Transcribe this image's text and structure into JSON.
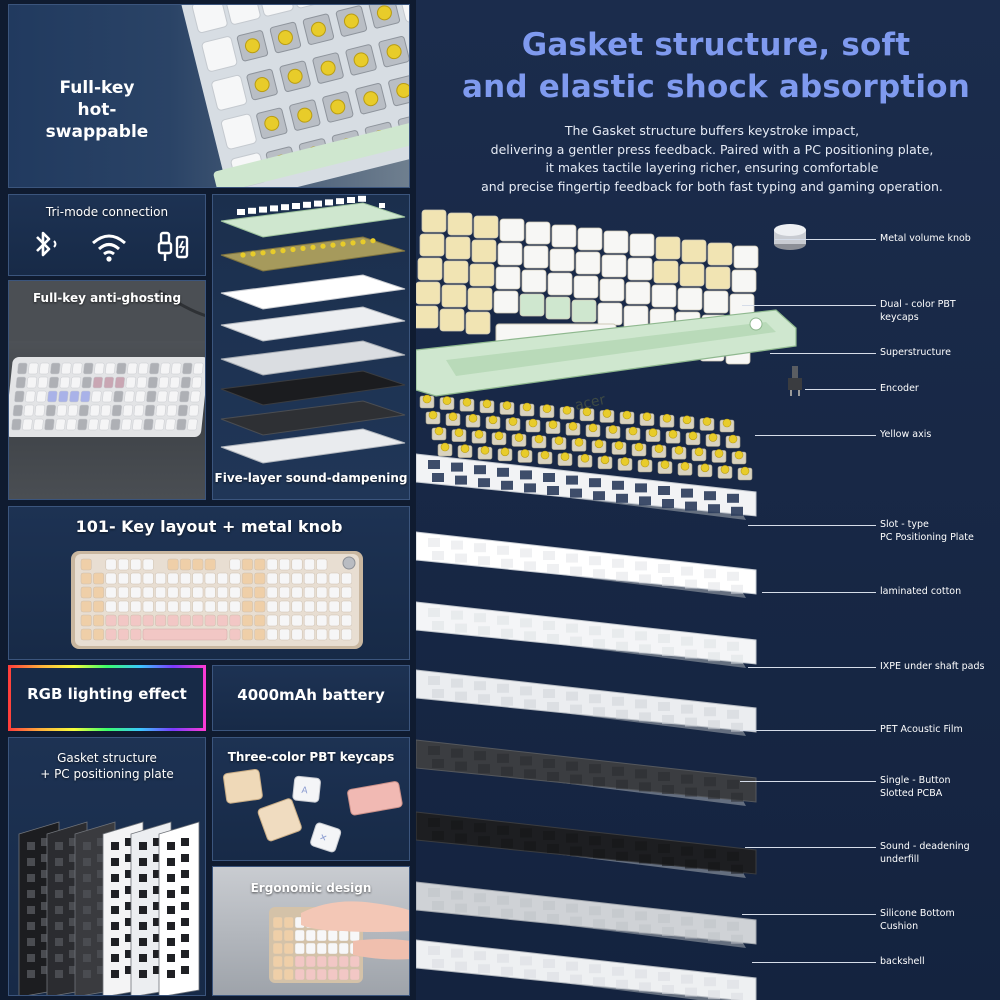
{
  "headline": {
    "line1": "Gasket structure, soft",
    "line2": "and elastic shock absorption"
  },
  "description": {
    "line1": "The Gasket structure buffers keystroke impact,",
    "line2": "delivering a gentler press feedback. Paired with a PC positioning plate,",
    "line3": "it makes tactile layering richer, ensuring comfortable",
    "line4": "and precise fingertip feedback for both fast typing and gaming operation."
  },
  "panels": {
    "hotswap": {
      "line1": "Full-key",
      "line2": "hot-swappable"
    },
    "trimode": {
      "title": "Tri-mode connection",
      "icons": [
        "bluetooth-icon",
        "wifi-icon",
        "usb-cable-icon"
      ]
    },
    "ghosting": {
      "title": "Full-key anti-ghosting"
    },
    "five_layer": {
      "title": "Five-layer sound-dampening"
    },
    "layout": {
      "title": "101- Key layout + metal knob"
    },
    "rgb": {
      "label": "RGB lighting effect"
    },
    "battery": {
      "label": "4000mAh battery"
    },
    "gasket": {
      "line1": "Gasket structure",
      "line2": "+ PC positioning plate"
    },
    "pbt": {
      "title": "Three-color PBT keycaps"
    },
    "ergo": {
      "title": "Ergonomic design"
    }
  },
  "brand": "acer",
  "callouts": [
    {
      "line1": "Metal volume knob",
      "line2": ""
    },
    {
      "line1": "Dual - color PBT",
      "line2": "keycaps"
    },
    {
      "line1": "Superstructure",
      "line2": ""
    },
    {
      "line1": "Encoder",
      "line2": ""
    },
    {
      "line1": "Yellow axis",
      "line2": ""
    },
    {
      "line1": "Slot - type",
      "line2": "PC Positioning Plate"
    },
    {
      "line1": "laminated cotton",
      "line2": ""
    },
    {
      "line1": "IXPE under shaft pads",
      "line2": ""
    },
    {
      "line1": "PET Acoustic Film",
      "line2": ""
    },
    {
      "line1": "Single - Button",
      "line2": "Slotted PCBA"
    },
    {
      "line1": "Sound - deadening",
      "line2": "underfill"
    },
    {
      "line1": "Silicone Bottom",
      "line2": "Cushion"
    },
    {
      "line1": "backshell",
      "line2": ""
    }
  ],
  "colors": {
    "headline": "#7f9aef",
    "background": "#0f1b30",
    "panel": "#172a47",
    "keycap_cream": "#f1e4b3",
    "keycap_mint": "#cfe7cf",
    "switch_yellow": "#e8cc2a"
  }
}
